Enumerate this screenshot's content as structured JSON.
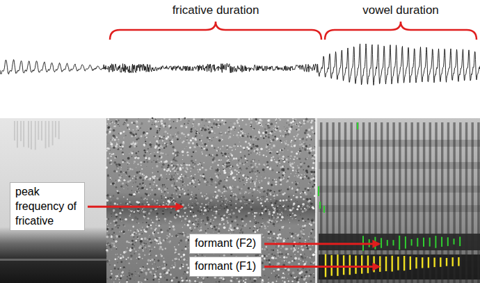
{
  "diagram": {
    "nodes": [
      {
        "text": [
          "peak frequency of fricative"
        ]
      },
      {
        "text": [
          "formant (F2)"
        ]
      },
      {
        "text": [
          "formant (F1)"
        ]
      }
    ],
    "labels": [
      "fricative duration",
      "vowel duration"
    ]
  }
}
